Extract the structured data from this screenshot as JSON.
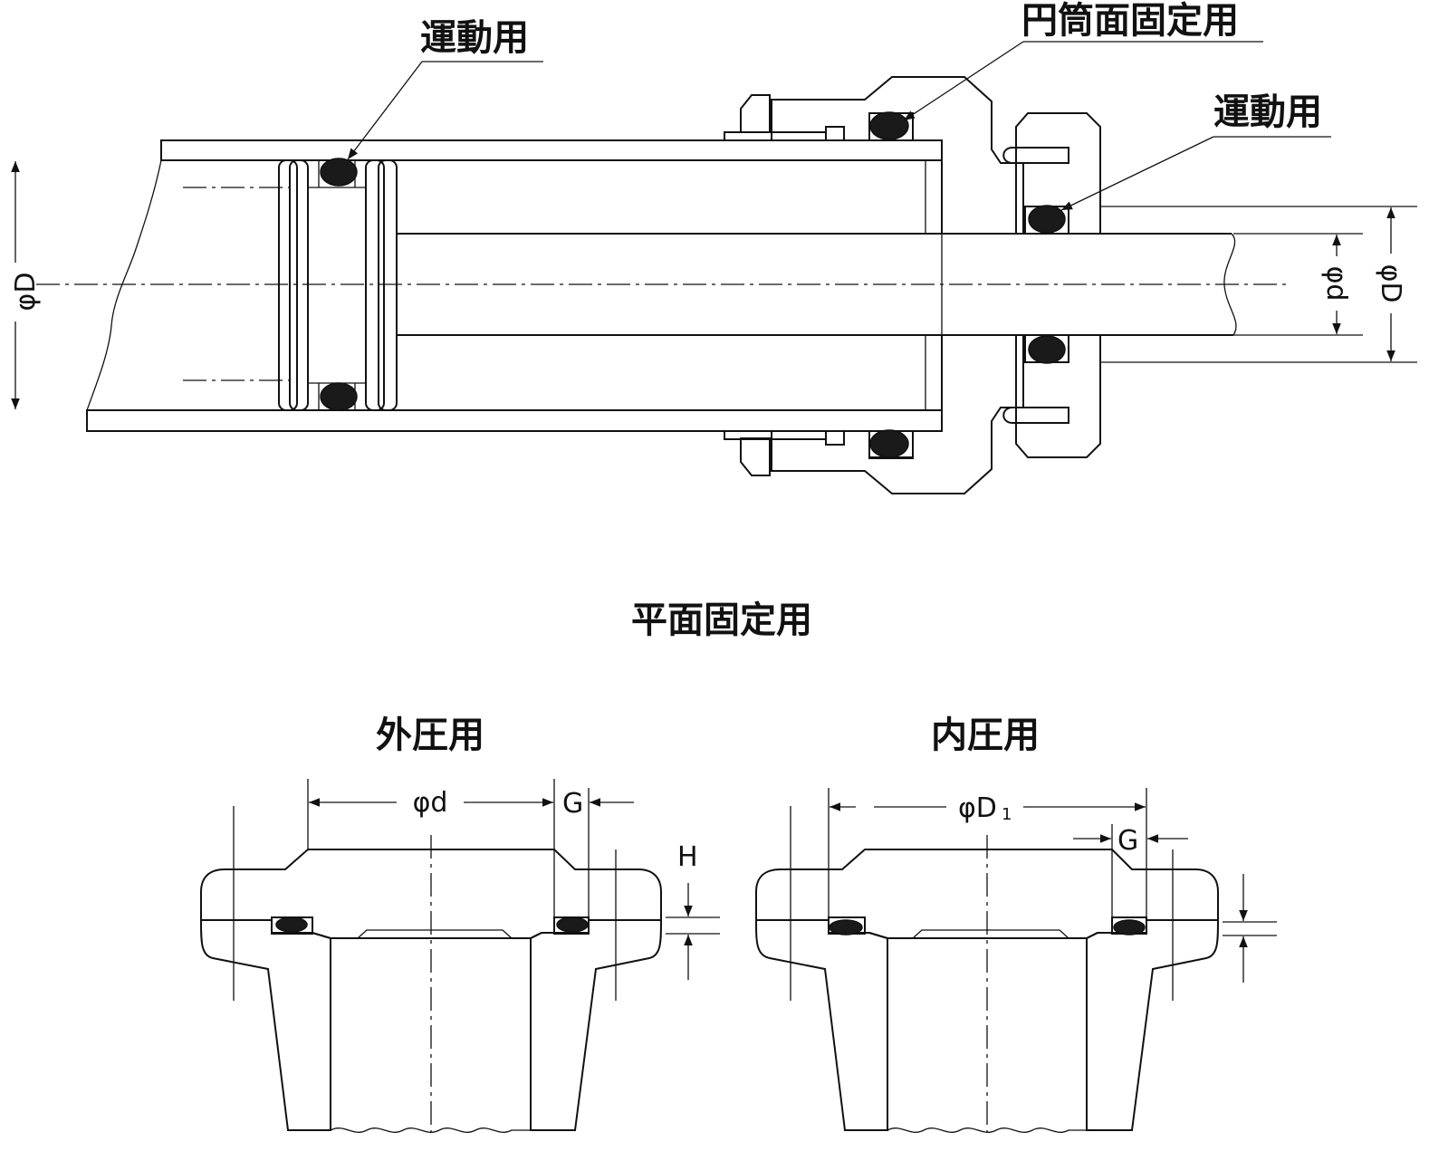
{
  "labels": {
    "piston_seal": "運動用",
    "cylinder_face_static": "円筒面固定用",
    "rod_seal": "運動用",
    "flat_face_static": "平面固定用",
    "external_pressure": "外圧用",
    "internal_pressure": "内圧用"
  },
  "dimensions": {
    "bore_left": "φD",
    "rod": "φd",
    "bore_right": "φD",
    "ext_groove_diameter": "φd",
    "ext_gap": "G",
    "ext_height": "H",
    "int_groove_diameter_main": "φD",
    "int_groove_diameter_sub": "1",
    "int_gap": "G"
  },
  "colors": {
    "line": "#111111",
    "seal": "#1a1a1a",
    "background": "#ffffff"
  }
}
